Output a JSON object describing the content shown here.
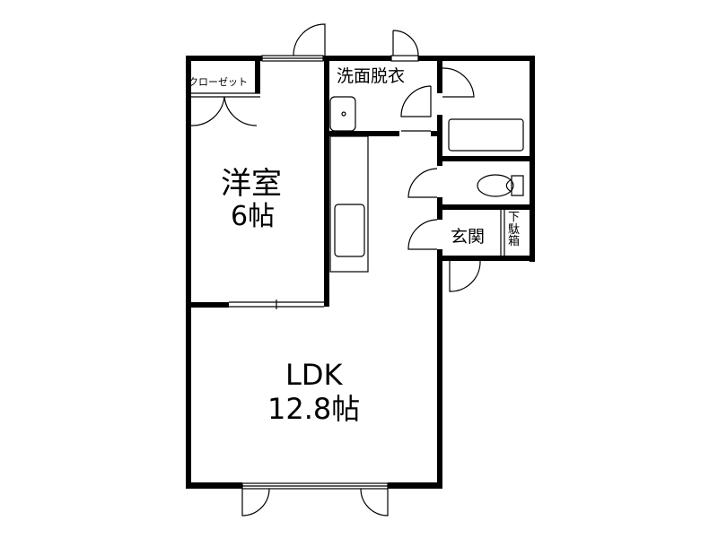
{
  "rooms": {
    "closet": "クローゼット",
    "western_room": "洋室",
    "western_room_size": "6帖",
    "washroom": "洗面脱衣",
    "entrance": "玄関",
    "shoe_box": [
      "下",
      "駄",
      "箱"
    ],
    "ldk": "LDK",
    "ldk_size": "12.8帖"
  }
}
